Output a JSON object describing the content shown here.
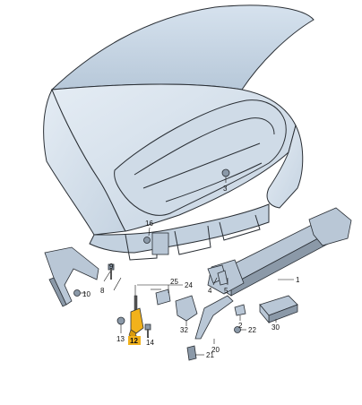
{
  "diagram": {
    "callouts": [
      {
        "id": "c1",
        "text": "1"
      },
      {
        "id": "c2",
        "text": "2"
      },
      {
        "id": "c3",
        "text": "3"
      },
      {
        "id": "c4",
        "text": "4"
      },
      {
        "id": "c5",
        "text": "5"
      },
      {
        "id": "c8",
        "text": "8"
      },
      {
        "id": "c9",
        "text": "9"
      },
      {
        "id": "c10",
        "text": "10"
      },
      {
        "id": "c12",
        "text": "12"
      },
      {
        "id": "c13",
        "text": "13"
      },
      {
        "id": "c14",
        "text": "14"
      },
      {
        "id": "c16",
        "text": "16"
      },
      {
        "id": "c20",
        "text": "20"
      },
      {
        "id": "c21",
        "text": "21"
      },
      {
        "id": "c22",
        "text": "22"
      },
      {
        "id": "c24",
        "text": "24"
      },
      {
        "id": "c25",
        "text": "25"
      },
      {
        "id": "c30",
        "text": "30"
      },
      {
        "id": "c32",
        "text": "32"
      }
    ],
    "highlighted_part": "12",
    "colors": {
      "body_fill": "#dce6f0",
      "body_fill_shade": "#c3d1df",
      "part_fill": "#b9c7d6",
      "highlight": "#f2b21b",
      "outline": "#2a2f35"
    }
  }
}
